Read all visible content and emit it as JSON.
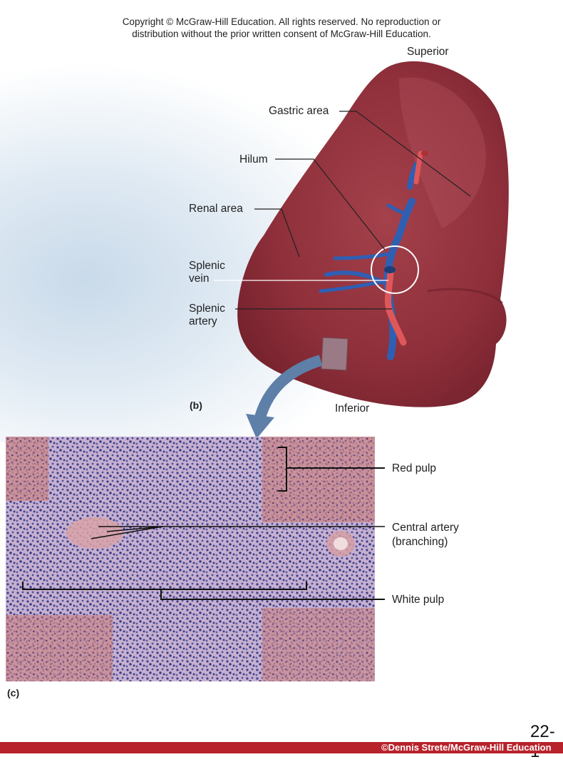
{
  "copyright": {
    "line1": "Copyright © McGraw-Hill Education.  All rights reserved. No reproduction or",
    "line2": "distribution without the prior written consent of McGraw-Hill Education."
  },
  "spleen": {
    "panel_label": "(b)",
    "orientation": {
      "superior": "Superior",
      "inferior": "Inferior"
    },
    "labels": {
      "gastric_area": "Gastric area",
      "hilum": "Hilum",
      "renal_area": "Renal area",
      "splenic_vein_1": "Splenic",
      "splenic_vein_2": "vein",
      "splenic_artery_1": "Splenic",
      "splenic_artery_2": "artery"
    }
  },
  "micrograph": {
    "panel_label": "(c)",
    "labels": {
      "red_pulp": "Red pulp",
      "central_artery_1": "Central artery",
      "central_artery_2": "(branching)",
      "white_pulp": "White pulp"
    }
  },
  "colors": {
    "spleen": "#8e2f3a",
    "vein": "#2f5fb3",
    "artery": "#e0575a",
    "footer": "#b8222b"
  },
  "footer": {
    "page_number": "22-1",
    "credit": "©Dennis Strete/McGraw-Hill Education"
  }
}
